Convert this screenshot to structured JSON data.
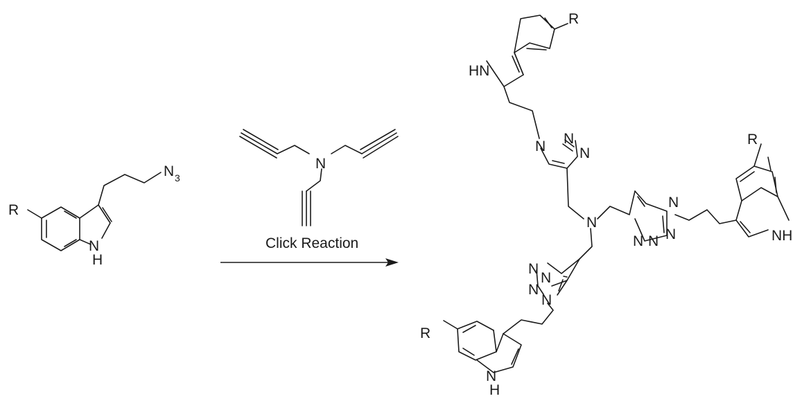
{
  "scheme": {
    "reagent_label": "Click Reaction",
    "atoms": {
      "r": "R",
      "n": "N",
      "nh": "NH",
      "hn": "HN",
      "h": "H",
      "azide_n": "N",
      "azide_sub": "3"
    }
  }
}
